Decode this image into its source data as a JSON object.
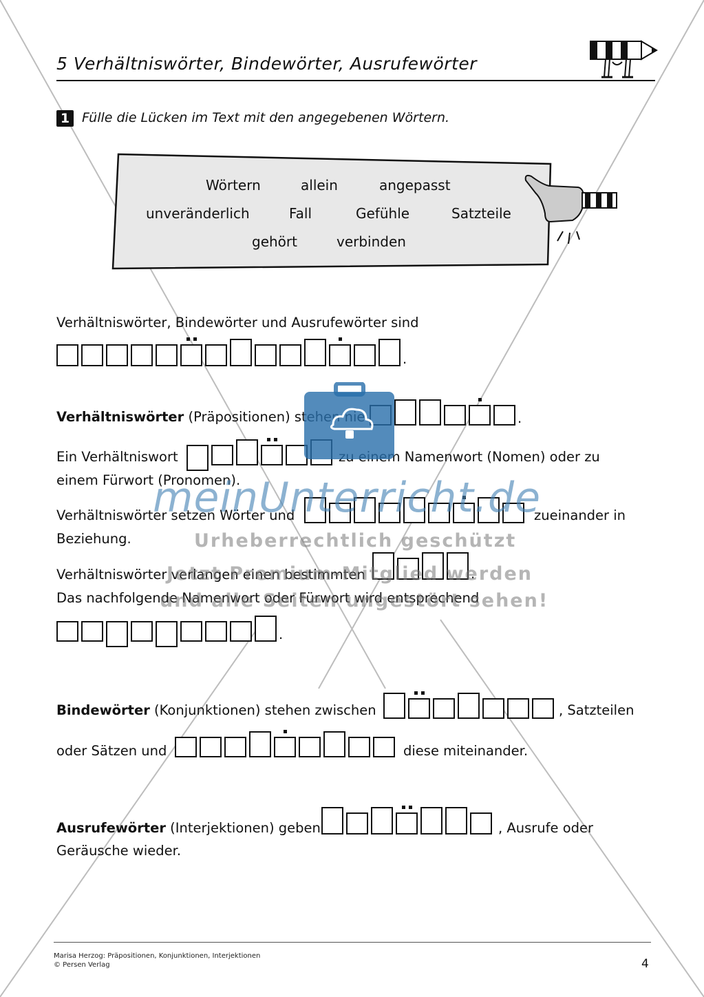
{
  "header": {
    "title": "5 Verhältniswörter, Bindewörter, Ausrufewörter",
    "mascot_icon": "pencil-mascot-icon"
  },
  "task": {
    "number": "1",
    "instruction": "Fülle die Lücken im Text mit den angegebenen Wörtern."
  },
  "word_box": {
    "words": [
      "Wörtern",
      "allein",
      "angepasst",
      "unveränderlich",
      "Fall",
      "Gefühle",
      "Satzteile",
      "gehört",
      "verbinden"
    ],
    "hand_icon": "pointing-hand-icon"
  },
  "sentences": {
    "s1": "Verhältniswörter, Bindewörter und Ausrufewörter sind",
    "s2_bold": "Verhältniswörter",
    "s2_rest": " (Präpositionen) stehen nie",
    "s3_a": "Ein Verhältniswort",
    "s3_b": "zu einem Namenwort (Nomen) oder zu",
    "s3_c": "einem Fürwort (Pronomen).",
    "s4_a": "Verhältniswörter setzen Wörter und",
    "s4_b": "zueinander in",
    "s4_c": "Beziehung.",
    "s5_a": "Verhältniswörter verlangen einen bestimmten",
    "s5_b": "Das nachfolgende Namenwort oder Fürwort wird entsprechend",
    "s6_bold": "Bindewörter",
    "s6_rest": " (Konjunktionen) stehen zwischen",
    "s6_end": ", Satzteilen",
    "s7_a": "oder Sätzen und",
    "s7_b": "diese miteinander.",
    "s8_bold": "Ausrufewörter",
    "s8_rest": " (Interjektionen) geben",
    "s8_end": ", Ausrufe oder",
    "s8_c": "Geräusche wieder.",
    "period": "."
  },
  "watermark": {
    "brand": "meinUnterricht.de",
    "line1": "Urheberrechtlich geschützt",
    "line2": "Jetzt Premium-Mitglied werden",
    "line3": "und alle Seiten ungestört sehen!",
    "logo_icon": "briefcase-cloud-icon"
  },
  "footer": {
    "line1": "Marisa Herzog: Präpositionen, Konjunktionen, Interjektionen",
    "line2": "© Persen Verlag",
    "page_number": "4"
  }
}
